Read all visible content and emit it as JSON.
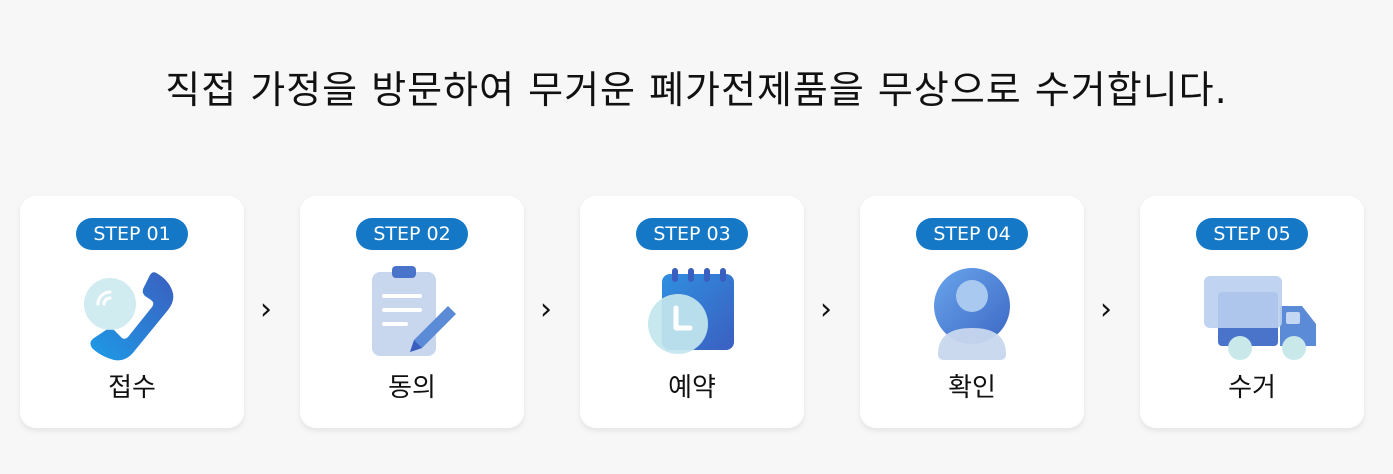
{
  "headline": "직접 가정을 방문하여 무거운 폐가전제품을 무상으로 수거합니다.",
  "colors": {
    "badge": "#1478c6",
    "icon_light": "#a9c9f0",
    "icon_dark": "#3b67c4"
  },
  "arrow_glyph": "›",
  "steps": [
    {
      "badge": "STEP 01",
      "label": "접수",
      "icon": "phone-icon"
    },
    {
      "badge": "STEP 02",
      "label": "동의",
      "icon": "clipboard-icon"
    },
    {
      "badge": "STEP 03",
      "label": "예약",
      "icon": "calendar-clock-icon"
    },
    {
      "badge": "STEP 04",
      "label": "확인",
      "icon": "user-icon"
    },
    {
      "badge": "STEP 05",
      "label": "수거",
      "icon": "truck-icon"
    }
  ]
}
